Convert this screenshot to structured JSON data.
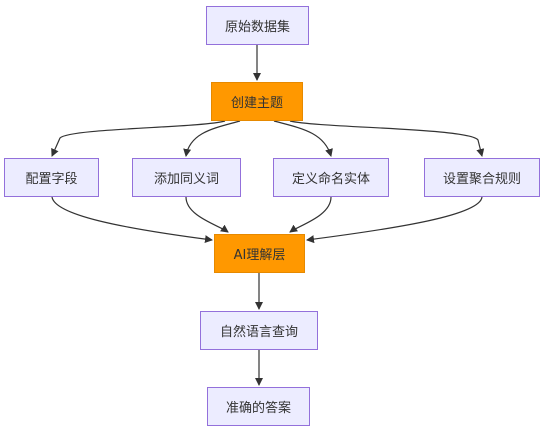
{
  "diagram": {
    "nodes": {
      "source": "原始数据集",
      "topic": "创建主题",
      "field": "配置字段",
      "synonym": "添加同义词",
      "entity": "定义命名实体",
      "aggregation": "设置聚合规则",
      "ai_layer": "AI理解层",
      "nl_query": "自然语言查询",
      "answer": "准确的答案"
    },
    "edges": [
      [
        "source",
        "topic"
      ],
      [
        "topic",
        "field"
      ],
      [
        "topic",
        "synonym"
      ],
      [
        "topic",
        "entity"
      ],
      [
        "topic",
        "aggregation"
      ],
      [
        "field",
        "ai_layer"
      ],
      [
        "synonym",
        "ai_layer"
      ],
      [
        "entity",
        "ai_layer"
      ],
      [
        "aggregation",
        "ai_layer"
      ],
      [
        "ai_layer",
        "nl_query"
      ],
      [
        "nl_query",
        "answer"
      ]
    ],
    "colors": {
      "node_fill": "#ececff",
      "node_border": "#9370db",
      "highlight_fill": "#ff9800",
      "edge": "#333333"
    }
  }
}
